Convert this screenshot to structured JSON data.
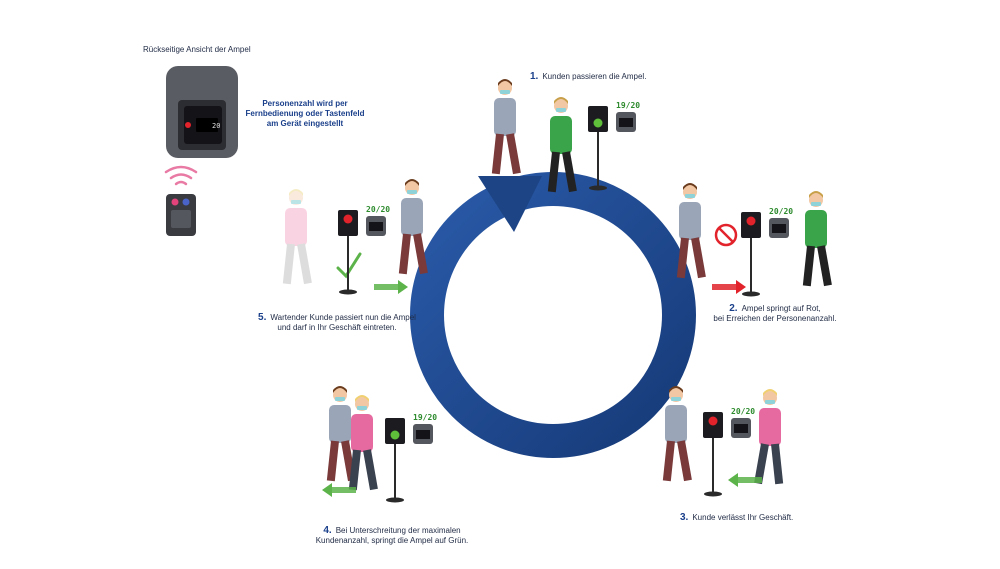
{
  "device": {
    "title": "Rückseitige Ansicht der Ampel",
    "display_value": "20",
    "note_lines": [
      "Personenzahl wird per",
      "Fernbedienung oder Tastenfeld",
      "am Gerät eingestellt"
    ]
  },
  "steps": [
    {
      "number": "1.",
      "lines": [
        "Kunden passieren die Ampel."
      ],
      "counter": "19/20",
      "light": "green"
    },
    {
      "number": "2.",
      "lines": [
        "Ampel springt auf Rot,",
        "bei Erreichen der Personenanzahl."
      ],
      "counter": "20/20",
      "light": "red"
    },
    {
      "number": "3.",
      "lines": [
        "Kunde verlässt Ihr Geschäft."
      ],
      "counter": "20/20",
      "light": "red"
    },
    {
      "number": "4.",
      "lines": [
        "Bei Unterschreitung der maximalen",
        "Kundenanzahl, springt die Ampel auf Grün."
      ],
      "counter": "19/20",
      "light": "green"
    },
    {
      "number": "5.",
      "lines": [
        "Wartender Kunde passiert nun die Ampel",
        "und darf in Ihr Geschäft eintreten."
      ],
      "counter": "20/20",
      "light": "red"
    }
  ],
  "colors": {
    "cycle": "#1d4586",
    "red_light": "#e2232b",
    "green_light": "#5fbf3a",
    "arrow_green": "#5cb34a",
    "arrow_red": "#e2232b",
    "text": "#1f2a44"
  }
}
